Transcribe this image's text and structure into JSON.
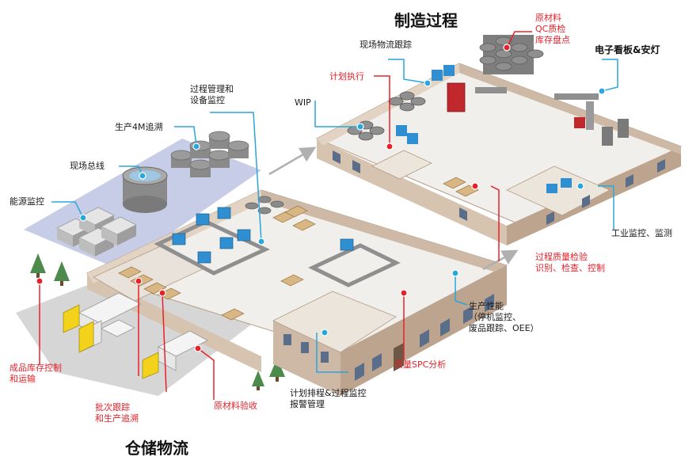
{
  "titles": {
    "manufacturing": "制造过程",
    "warehouse": "仓储物流"
  },
  "labels": {
    "raw_material_qc": [
      "原材料",
      "QC质检",
      "库存盘点"
    ],
    "site_logistics": "现场物流跟踪",
    "eboard_andon": "电子看板&安灯",
    "plan_execution": "计划执行",
    "wip": "WIP",
    "process_mgmt": [
      "过程管理和",
      "设备监控"
    ],
    "production_4m": "生产4M追溯",
    "field_bus": "现场总线",
    "energy_monitor": "能源监控",
    "industrial_monitor": "工业监控、监测",
    "process_quality": [
      "过程质量检验",
      "识别、检查、控制"
    ],
    "production_performance": [
      "生产性能",
      "（停机监控、",
      "废品跟踪、OEE）"
    ],
    "quality_spc": "质量SPC分析",
    "finished_goods": [
      "成品库存控制",
      "和运输"
    ],
    "batch_tracking": [
      "批次跟踪",
      "和生产追溯"
    ],
    "raw_material_receiving": "原材料验收",
    "schedule_process": [
      "计划排程&过程监控",
      "报警管理"
    ]
  },
  "colors": {
    "accent_red": "#e8202a",
    "leader_blue": "#2aa6dc",
    "floor": "#f1efec",
    "wall": "#cdb9a6",
    "ground": "#d9d9d9",
    "energy_zone": "#c9cfe6",
    "machine_blue": "#2f8fd0",
    "tank_grey": "#8c8c8c"
  }
}
